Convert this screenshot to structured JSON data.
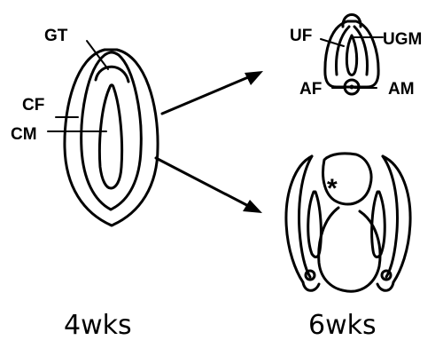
{
  "colors": {
    "ink": "#000000",
    "background": "#ffffff"
  },
  "labels": {
    "gt": "GT",
    "cf": "CF",
    "cm": "CM",
    "uf": "UF",
    "ugm": "UGM",
    "af": "AF",
    "am": "AM",
    "asterisk": "*"
  },
  "captions": {
    "left": "4wks",
    "right": "6wks"
  }
}
